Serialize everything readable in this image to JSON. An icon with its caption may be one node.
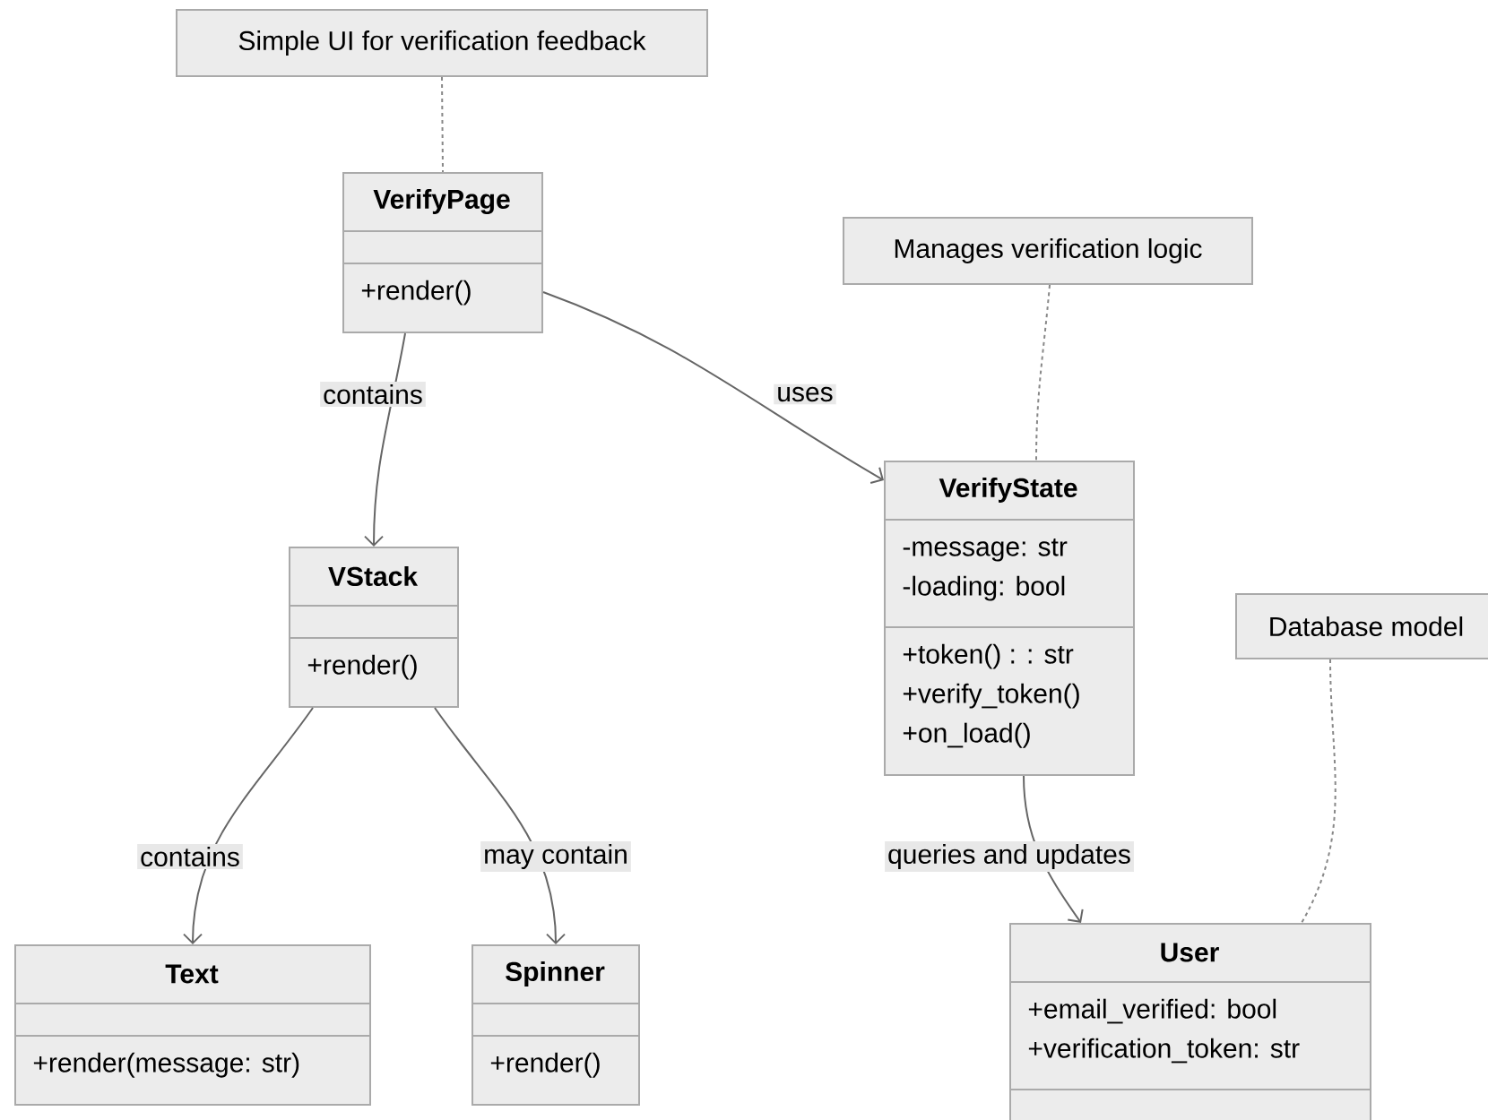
{
  "diagram": {
    "nodes": [
      {
        "text": [
          "Simple UI for verification feedback"
        ]
      },
      {
        "text": [
          "VerifyPage",
          "+render()"
        ]
      },
      {
        "text": [
          "Manages verification logic"
        ]
      },
      {
        "text": [
          "VerifyState",
          "-message: str",
          "-loading: bool",
          "+token() : : str",
          "+verify_token()",
          "+on_load()"
        ]
      },
      {
        "text": [
          "VStack",
          "+render()"
        ]
      },
      {
        "text": [
          "Database model"
        ]
      },
      {
        "text": [
          "Text",
          "+render(message: str)"
        ]
      },
      {
        "text": [
          "Spinner",
          "+render()"
        ]
      },
      {
        "text": [
          "User",
          "+email_verified: bool",
          "+verification_token: str"
        ]
      }
    ],
    "edges": [
      {
        "from": 0,
        "to": 1,
        "arrow": "none",
        "style": "dashed",
        "color": "#888888"
      },
      {
        "from": 1,
        "to": 4,
        "arrow": "to",
        "label": "contains"
      },
      {
        "from": 1,
        "to": 3,
        "arrow": "to",
        "label": "uses"
      },
      {
        "from": 2,
        "to": 3,
        "arrow": "none",
        "style": "dashed",
        "color": "#888888"
      },
      {
        "from": 4,
        "to": 6,
        "arrow": "to",
        "label": "contains"
      },
      {
        "from": 4,
        "to": 7,
        "arrow": "to",
        "label": "may contain"
      },
      {
        "from": 3,
        "to": 8,
        "arrow": "to",
        "label": "queries and updates"
      },
      {
        "from": 5,
        "to": 8,
        "arrow": "none",
        "style": "dashed",
        "color": "#888888"
      }
    ]
  }
}
